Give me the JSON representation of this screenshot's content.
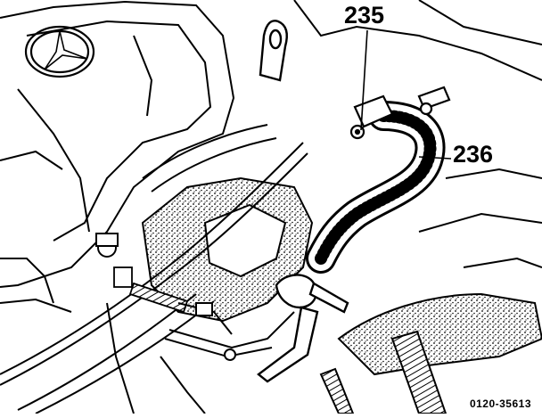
{
  "callouts": {
    "hose_clamp": "235",
    "coolant_hose": "236"
  },
  "figure_code": "0120-35613",
  "colors": {
    "ink": "#000000",
    "paper": "#ffffff"
  }
}
